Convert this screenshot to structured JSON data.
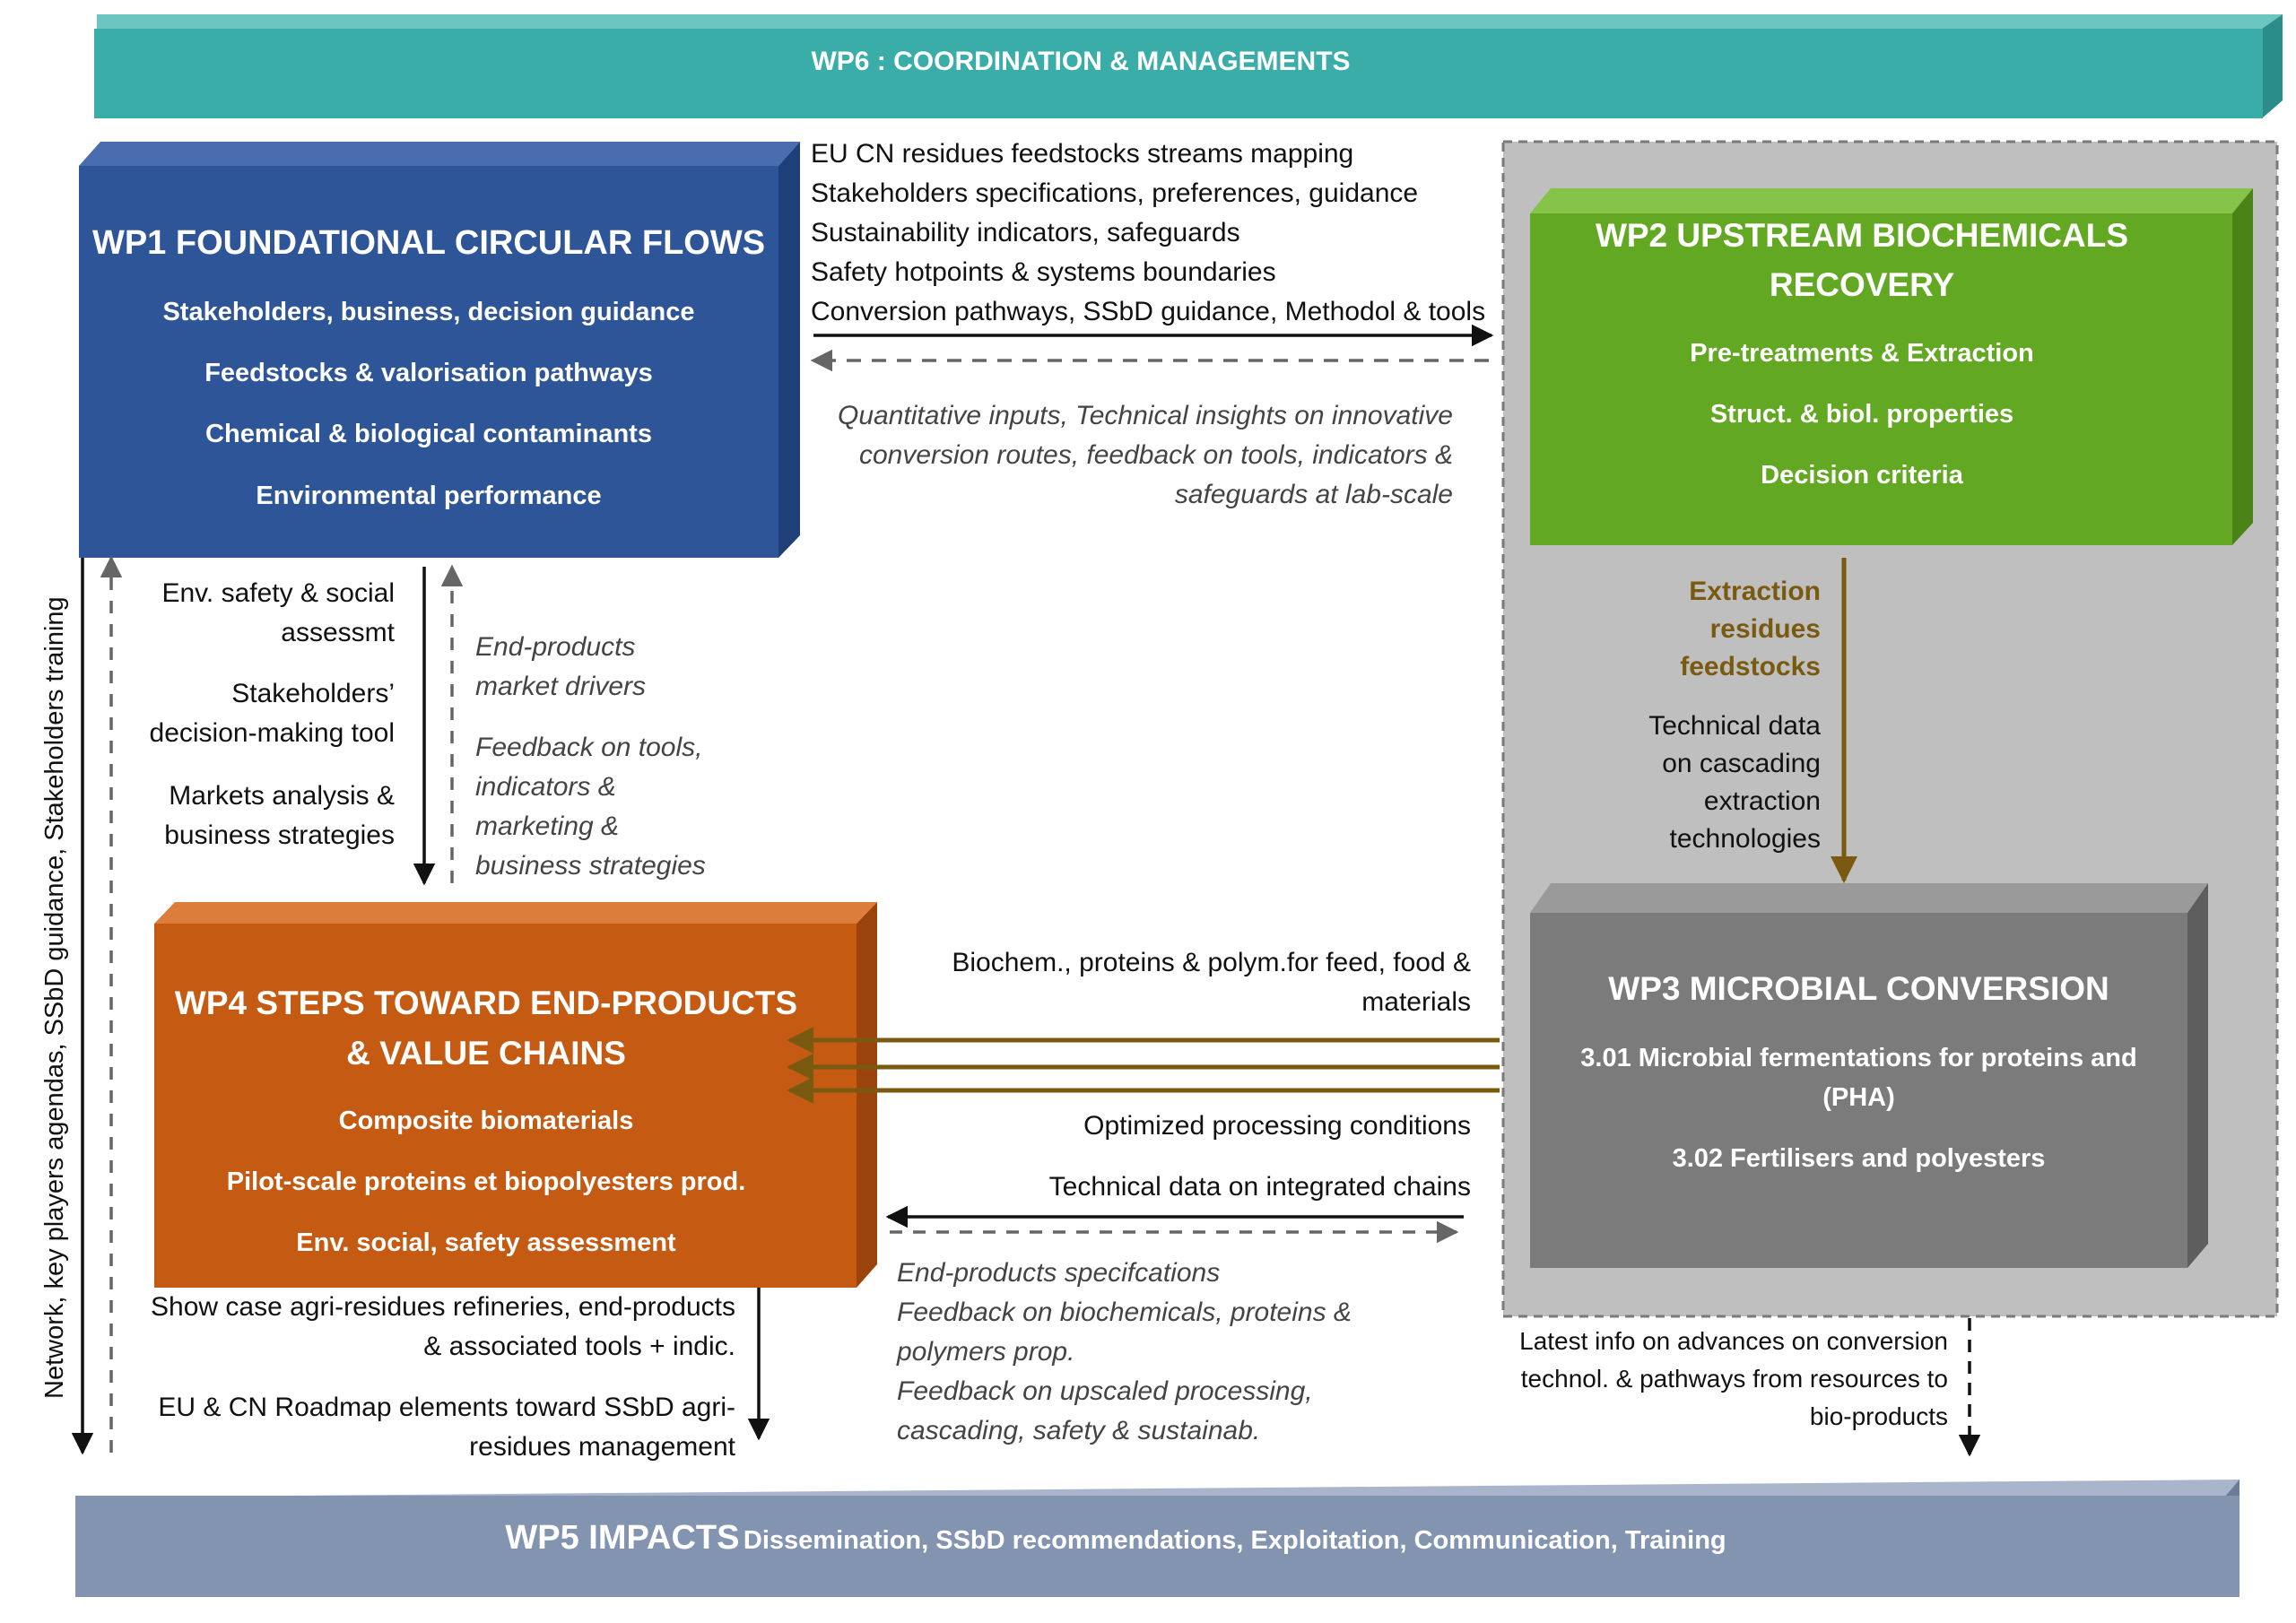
{
  "wp6": {
    "title": "WP6 : COORDINATION & MANAGEMENTS"
  },
  "wp1": {
    "title": "WP1  FOUNDATIONAL CIRCULAR FLOWS",
    "items": [
      "Stakeholders, business, decision guidance",
      "Feedstocks & valorisation pathways",
      "Chemical & biological contaminants",
      "Environmental performance"
    ]
  },
  "wp2": {
    "title_line1": "WP2 UPSTREAM BIOCHEMICALS",
    "title_line2": "RECOVERY",
    "items": [
      "Pre-treatments & Extraction",
      "Struct. & biol. properties",
      "Decision criteria"
    ]
  },
  "wp3": {
    "title": "WP3 MICROBIAL CONVERSION",
    "items": [
      "3.01 Microbial fermentations for proteins and",
      "(PHA)",
      "3.02 Fertilisers and polyesters"
    ]
  },
  "wp4": {
    "title_line1": "WP4 STEPS TOWARD END-PRODUCTS",
    "title_line2": "& VALUE CHAINS",
    "items": [
      "Composite biomaterials",
      "Pilot-scale proteins et biopolyesters prod.",
      "Env. social, safety assessment"
    ]
  },
  "wp5": {
    "title": "WP5 IMPACTS",
    "subtitle": "Dissemination, SSbD recommendations, Exploitation, Communication, Training"
  },
  "flows": {
    "wp1_to_wp2": [
      "EU CN residues feedstocks streams mapping",
      "Stakeholders specifications, preferences, guidance",
      "Sustainability indicators, safeguards",
      "Safety hotpoints & systems boundaries",
      "Conversion pathways, SSbD guidance, Methodol & tools"
    ],
    "wp2_to_wp1": [
      "Quantitative inputs, Technical insights on innovative",
      "conversion routes, feedback on tools, indicators &",
      "safeguards at lab-scale"
    ],
    "wp1_to_wp4": [
      "Env. safety & social",
      "assessmt",
      "Stakeholders’",
      "decision-making tool",
      "Markets analysis &",
      "business strategies"
    ],
    "wp4_to_wp1": [
      "End-products",
      "market drivers",
      "Feedback on tools,",
      "indicators &",
      "marketing &",
      "business strategies"
    ],
    "wp2_to_wp3_main": [
      "Extraction",
      "residues",
      "feedstocks"
    ],
    "wp2_to_wp3_data": [
      "Technical data",
      "on cascading",
      "extraction",
      "technologies"
    ],
    "wp3_to_wp4_top": [
      "Biochem., proteins & polym.for feed, food &",
      "materials"
    ],
    "wp3_to_wp4_mid": "Optimized processing conditions",
    "wp3_to_wp4_bottom": "Technical data on integrated chains",
    "wp4_to_wp3": [
      "End-products specifcations",
      "Feedback on biochemicals, proteins &",
      "polymers prop.",
      "Feedback on upscaled processing,",
      "cascading, safety & sustainab."
    ],
    "wp4_to_wp5": [
      "Show case agri-residues refineries, end-products",
      "& associated tools + indic.",
      "EU & CN Roadmap elements toward SSbD agri-",
      "residues management"
    ],
    "wp3_to_wp5": [
      "Latest info on advances on conversion",
      "technol. & pathways from resources to",
      "bio-products"
    ],
    "left_vertical": "Network, key players agendas, SSbD guidance, Stakeholders training"
  },
  "colors": {
    "wp6": "#3aada9",
    "wp1": "#2e5597",
    "wp2": "#62a823",
    "wp3": "#7b7b7b",
    "wp4": "#c55a13",
    "wp5": "#8394b0",
    "gray_panel": "#bfbfbf",
    "brown": "#7a5a10"
  }
}
